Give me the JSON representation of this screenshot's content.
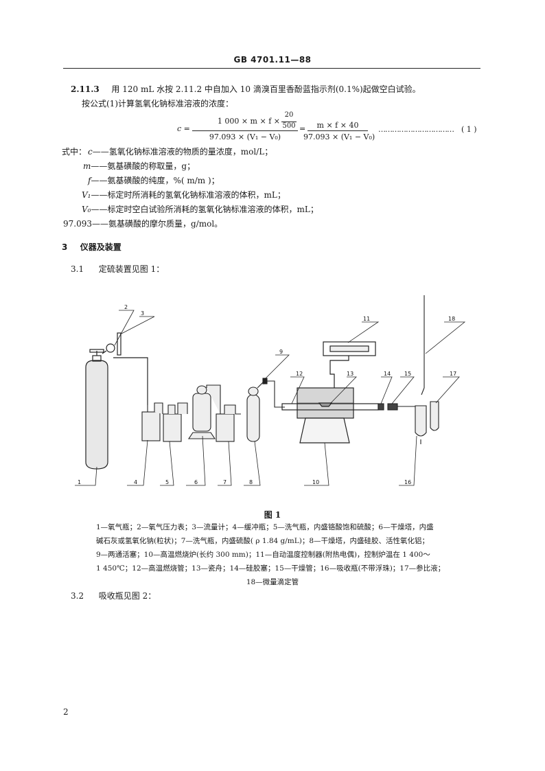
{
  "header": {
    "standard_code": "GB 4701.11—88"
  },
  "body": {
    "para_2_11_3_number": "2.11.3",
    "para_2_11_3_text": "用 120 mL 水按 2.11.2 中自加入 10 滴溴百里香酚蓝指示剂(0.1%)起做空白试验。",
    "formula_intro": "按公式(1)计算氢氧化钠标准溶液的浓度：",
    "formula": {
      "lhs": "c =",
      "num1_main": "1 000 × m × f ×",
      "num1_frac_num": "20",
      "num1_frac_den": "500",
      "den1": "97.093 × (V₁ − V₀)",
      "equals": "=",
      "num2": "m × f × 40",
      "den2": "97.093 × (V₁ − V₀)",
      "dots": "……………………………",
      "number": "( 1 )"
    },
    "where_label": "式中：",
    "definitions": [
      {
        "symbol": "c",
        "text": "——氢氧化钠标准溶液的物质的量浓度，mol/L；"
      },
      {
        "symbol": "m",
        "text": "——氨基磺酸的称取量，g；"
      },
      {
        "symbol": "f",
        "text": "——氨基磺酸的纯度，%( m/m )；"
      },
      {
        "symbol": "V₁",
        "text": "——标定时所消耗的氢氧化钠标准溶液的体积，mL；"
      },
      {
        "symbol": "V₀",
        "text": "——标定时空白试验所消耗的氢氧化钠标准溶液的体积，mL；"
      },
      {
        "symbol": "97.093",
        "text": "——氨基磺酸的摩尔质量，g/mol。"
      }
    ],
    "section_3_number": "3",
    "section_3_title": "仪器及装置",
    "para_3_1_number": "3.1",
    "para_3_1_text": "定硫装置见图 1：",
    "para_3_2_number": "3.2",
    "para_3_2_text": "吸收瓶见图 2："
  },
  "figure": {
    "labels": [
      "1",
      "2",
      "3",
      "4",
      "5",
      "6",
      "7",
      "8",
      "9",
      "10",
      "11",
      "12",
      "13",
      "14",
      "15",
      "16",
      "17",
      "18"
    ],
    "caption": "图 1",
    "legend_lines": [
      "1—氧气瓶；2—氧气压力表；3—流量计；4—缓冲瓶；5—洗气瓶，内盛铬酸饱和硫酸；6—干燥塔，内盛",
      "碱石灰或氢氧化钠(粒状)；7—洗气瓶，内盛硫酸( ρ 1.84 g/mL)；8—干燥塔，内盛硅胶、活性氧化铝；",
      "9—两通活塞；10—高温燃烧炉(长约 300 mm)；11—自动温度控制器(附热电偶)，控制炉温在 1 400～",
      "1 450℃；12—高温燃烧管；13—瓷舟；14—硅胶塞；15—干燥管；16—吸收瓶(不带浮珠)；17—参比液；",
      "18—微量滴定管"
    ]
  },
  "footer": {
    "page_number": "2"
  }
}
